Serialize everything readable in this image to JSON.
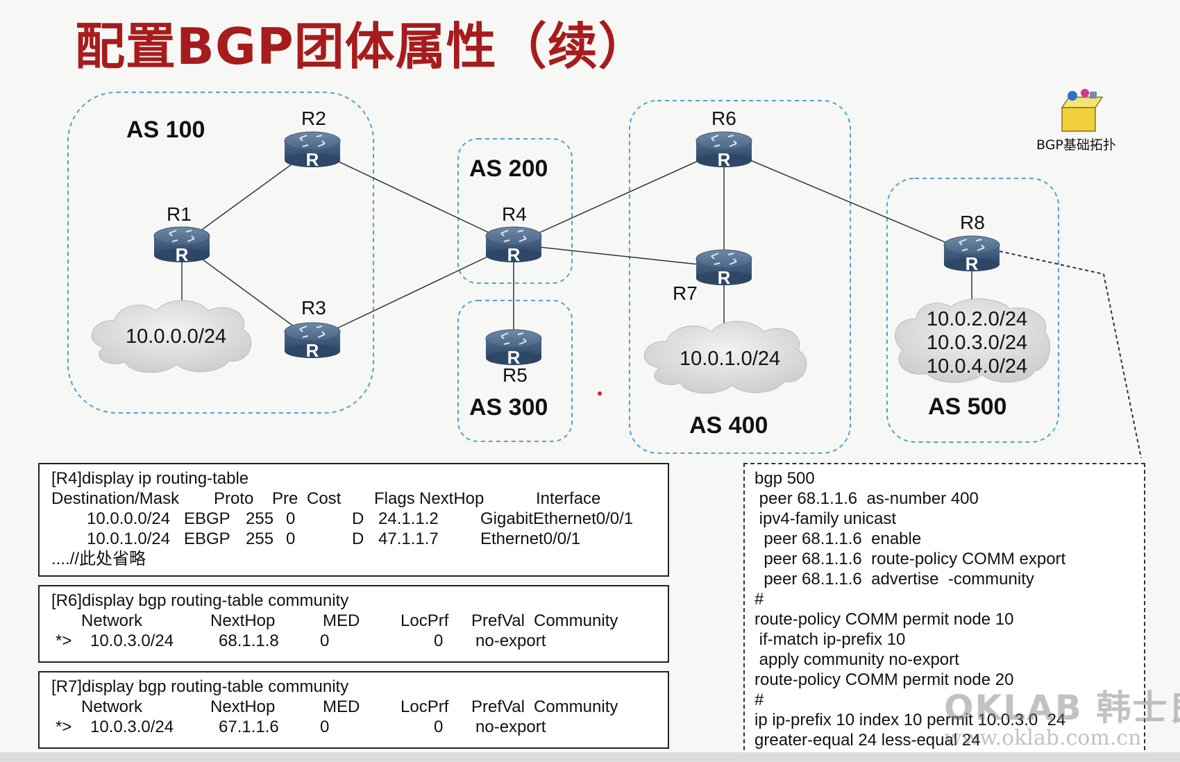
{
  "title": "配置BGP团体属性（续）",
  "topology": {
    "as_labels": [
      "AS 100",
      "AS 200",
      "AS 300",
      "AS 400",
      "AS 500"
    ],
    "routers": [
      "R1",
      "R2",
      "R3",
      "R4",
      "R5",
      "R6",
      "R7",
      "R8"
    ],
    "router_glyph": "R",
    "networks": [
      "10.0.0.0/24",
      "10.0.1.0/24",
      "10.0.2.0/24",
      "10.0.3.0/24",
      "10.0.4.0/24"
    ],
    "file_icon_label": "BGP基础拓扑"
  },
  "r4_box": {
    "command": "[R4]display ip routing-table",
    "headers": [
      "Destination/Mask",
      "Proto",
      "Pre",
      "Cost",
      "Flags",
      "NextHop",
      "Interface"
    ],
    "rows": [
      [
        "10.0.0.0/24",
        "EBGP",
        "255",
        "0",
        "D",
        "24.1.1.2",
        "GigabitEthernet0/0/1"
      ],
      [
        "10.0.1.0/24",
        "EBGP",
        "255",
        "0",
        "D",
        "47.1.1.7",
        "Ethernet0/0/1"
      ]
    ],
    "footer": "....//此处省略"
  },
  "r6_box": {
    "command": "[R6]display bgp routing-table community",
    "headers": [
      "Network",
      "NextHop",
      "MED",
      "LocPrf",
      "PrefVal",
      "Community"
    ],
    "row": [
      "*>",
      "10.0.3.0/24",
      "68.1.1.8",
      "0",
      "0",
      "no-export"
    ]
  },
  "r7_box": {
    "command": "[R7]display bgp routing-table community",
    "headers": [
      "Network",
      "NextHop",
      "MED",
      "LocPrf",
      "PrefVal",
      "Community"
    ],
    "row": [
      "*>",
      "10.0.3.0/24",
      "67.1.1.6",
      "0",
      "0",
      "no-export"
    ]
  },
  "config_box": {
    "lines": [
      "bgp 500",
      " peer 68.1.1.6  as-number 400",
      " ipv4-family unicast",
      "  peer 68.1.1.6  enable",
      "  peer 68.1.1.6  route-policy COMM export",
      "  peer 68.1.1.6  advertise  -community",
      "#",
      "route-policy COMM permit node 10",
      " if-match ip-prefix 10",
      " apply community no-export",
      "route-policy COMM permit node 20",
      "#",
      "ip ip-prefix 10 index 10 permit 10.0.3.0  24",
      "greater-equal 24 less-equal 24"
    ]
  },
  "watermark": {
    "line1": "OKLAB 韩士良",
    "line2": "www.oklab.com.cn"
  }
}
